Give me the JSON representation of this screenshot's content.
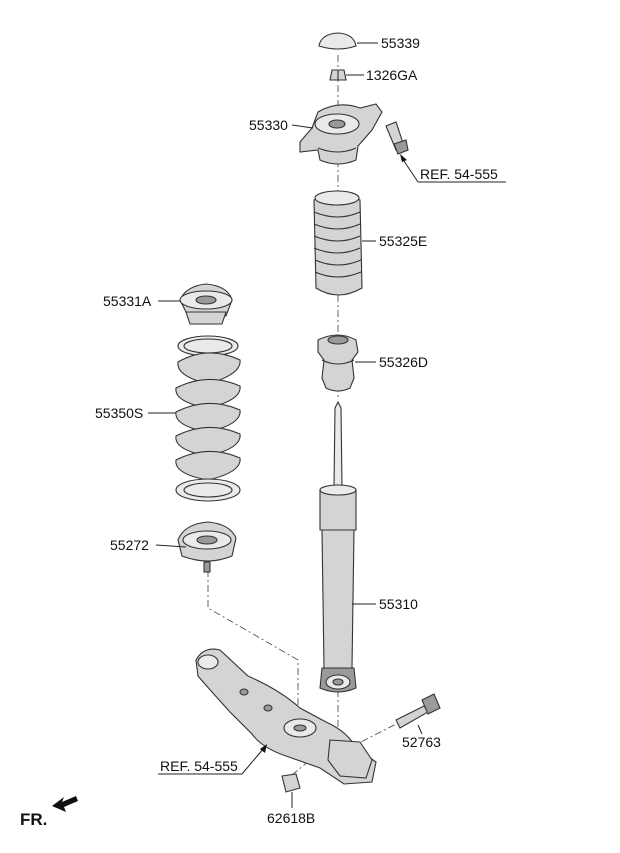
{
  "parts": {
    "p55339": "55339",
    "p1326GA": "1326GA",
    "p55330": "55330",
    "p55325E": "55325E",
    "p55331A": "55331A",
    "p55326D": "55326D",
    "p55350S": "55350S",
    "p55272": "55272",
    "p55310": "55310",
    "p52763": "52763",
    "p62618B": "62618B"
  },
  "references": {
    "upper_ref": "REF. 54-555",
    "lower_ref": "REF. 54-555"
  },
  "orientation": {
    "front_label": "FR."
  }
}
